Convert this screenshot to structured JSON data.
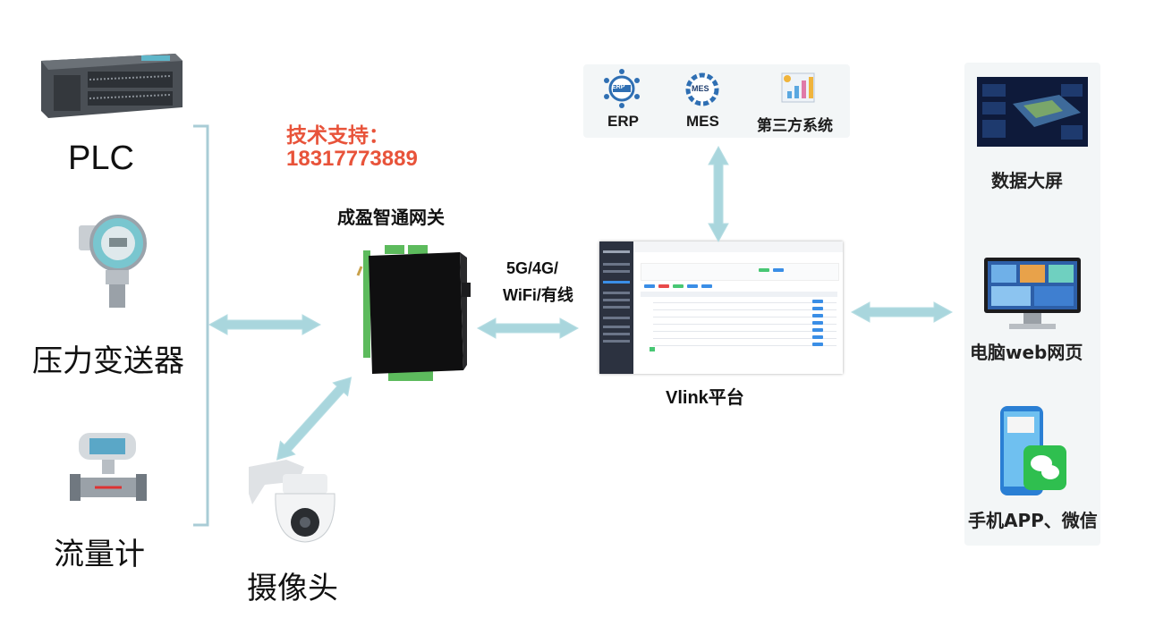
{
  "devices_left": {
    "plc": "PLC",
    "pressure": "压力变送器",
    "flow": "流量计",
    "camera": "摄像头"
  },
  "support": {
    "label": "技术支持：",
    "phone": "18317773889"
  },
  "gateway": {
    "name": "成盈智通网关"
  },
  "link": {
    "line1": "5G/4G/",
    "line2": "WiFi/有线"
  },
  "platform": {
    "name": "Vlink平台"
  },
  "systems": {
    "erp": "ERP",
    "mes": "MES",
    "third": "第三方系统",
    "erp_icon_text": "ERP",
    "mes_icon_text": "MES"
  },
  "outputs": {
    "bigscreen": "数据大屏",
    "web": "电脑web网页",
    "mobile": "手机APP、微信"
  },
  "colors": {
    "arrow": "#a9d6dd",
    "bracket": "#a9ccd6",
    "support_text": "#e8533a",
    "icon_blue": "#2f6fb3"
  }
}
